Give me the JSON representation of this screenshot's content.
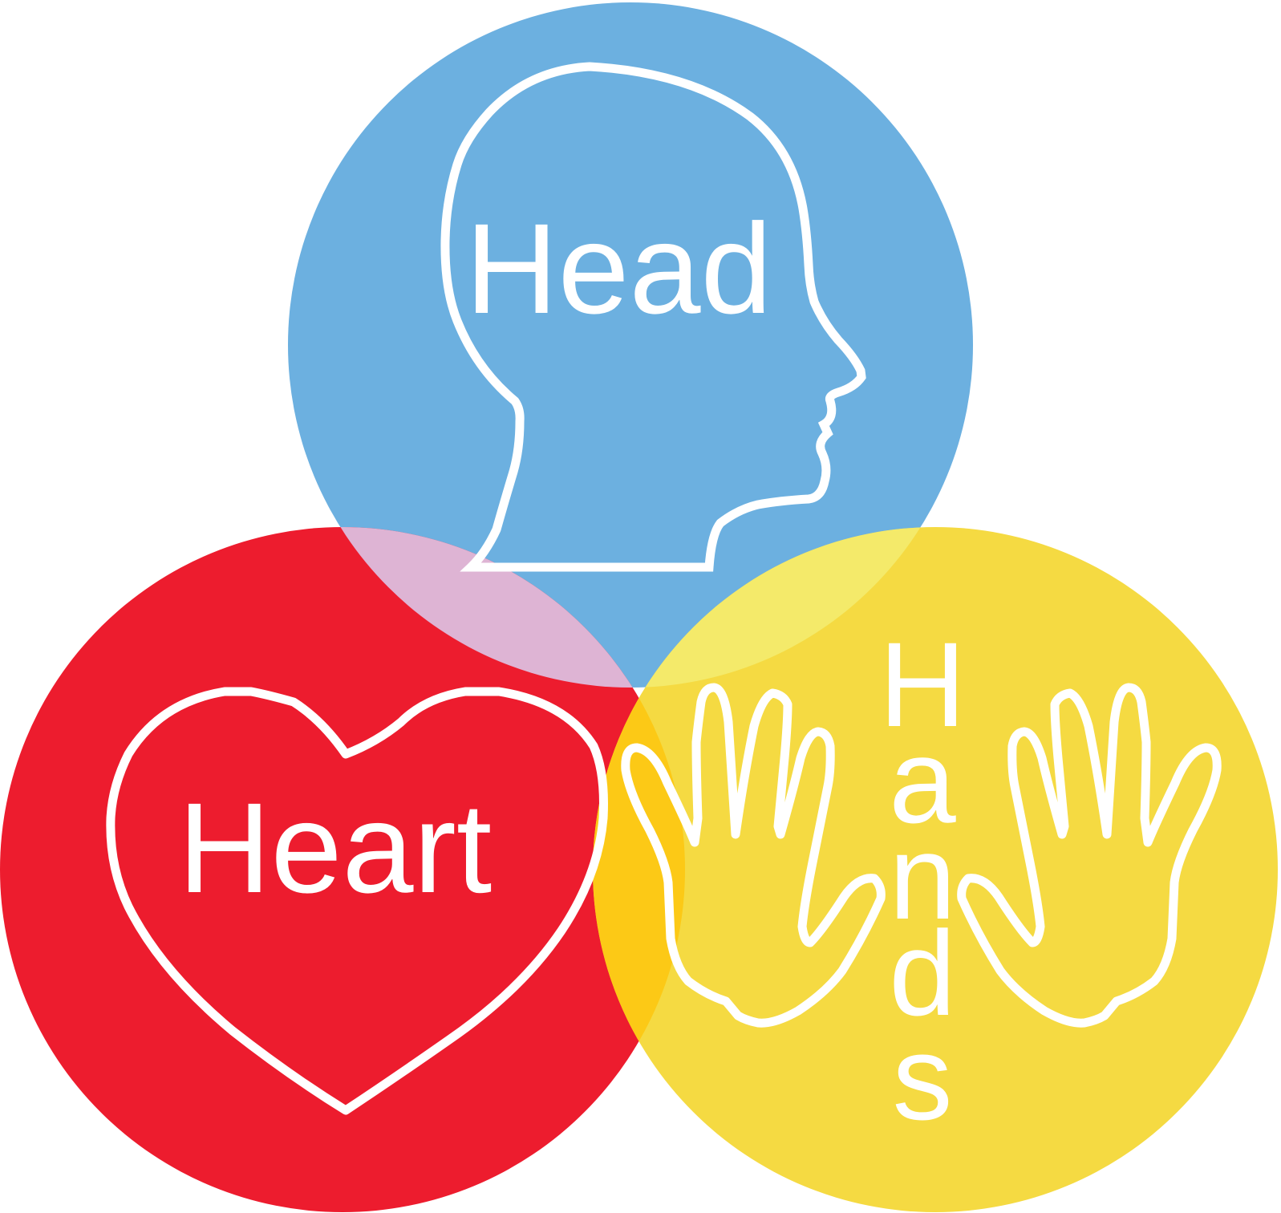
{
  "diagram": {
    "type": "three-circle-venn",
    "circles": [
      {
        "id": "head",
        "label": "Head",
        "icon": "head-profile-icon",
        "color": "#6CB0E0"
      },
      {
        "id": "heart",
        "label": "Heart",
        "icon": "heart-icon",
        "color": "#ED1C2E"
      },
      {
        "id": "hands",
        "label": "Hands",
        "icon": "hands-icon",
        "color": "#F5DA42"
      }
    ],
    "overlaps": {
      "head_heart": "#DEB4D4",
      "head_hands": "#F4EA6A",
      "heart_hands": "#FCC916"
    },
    "outline_color": "#FFFFFF"
  }
}
